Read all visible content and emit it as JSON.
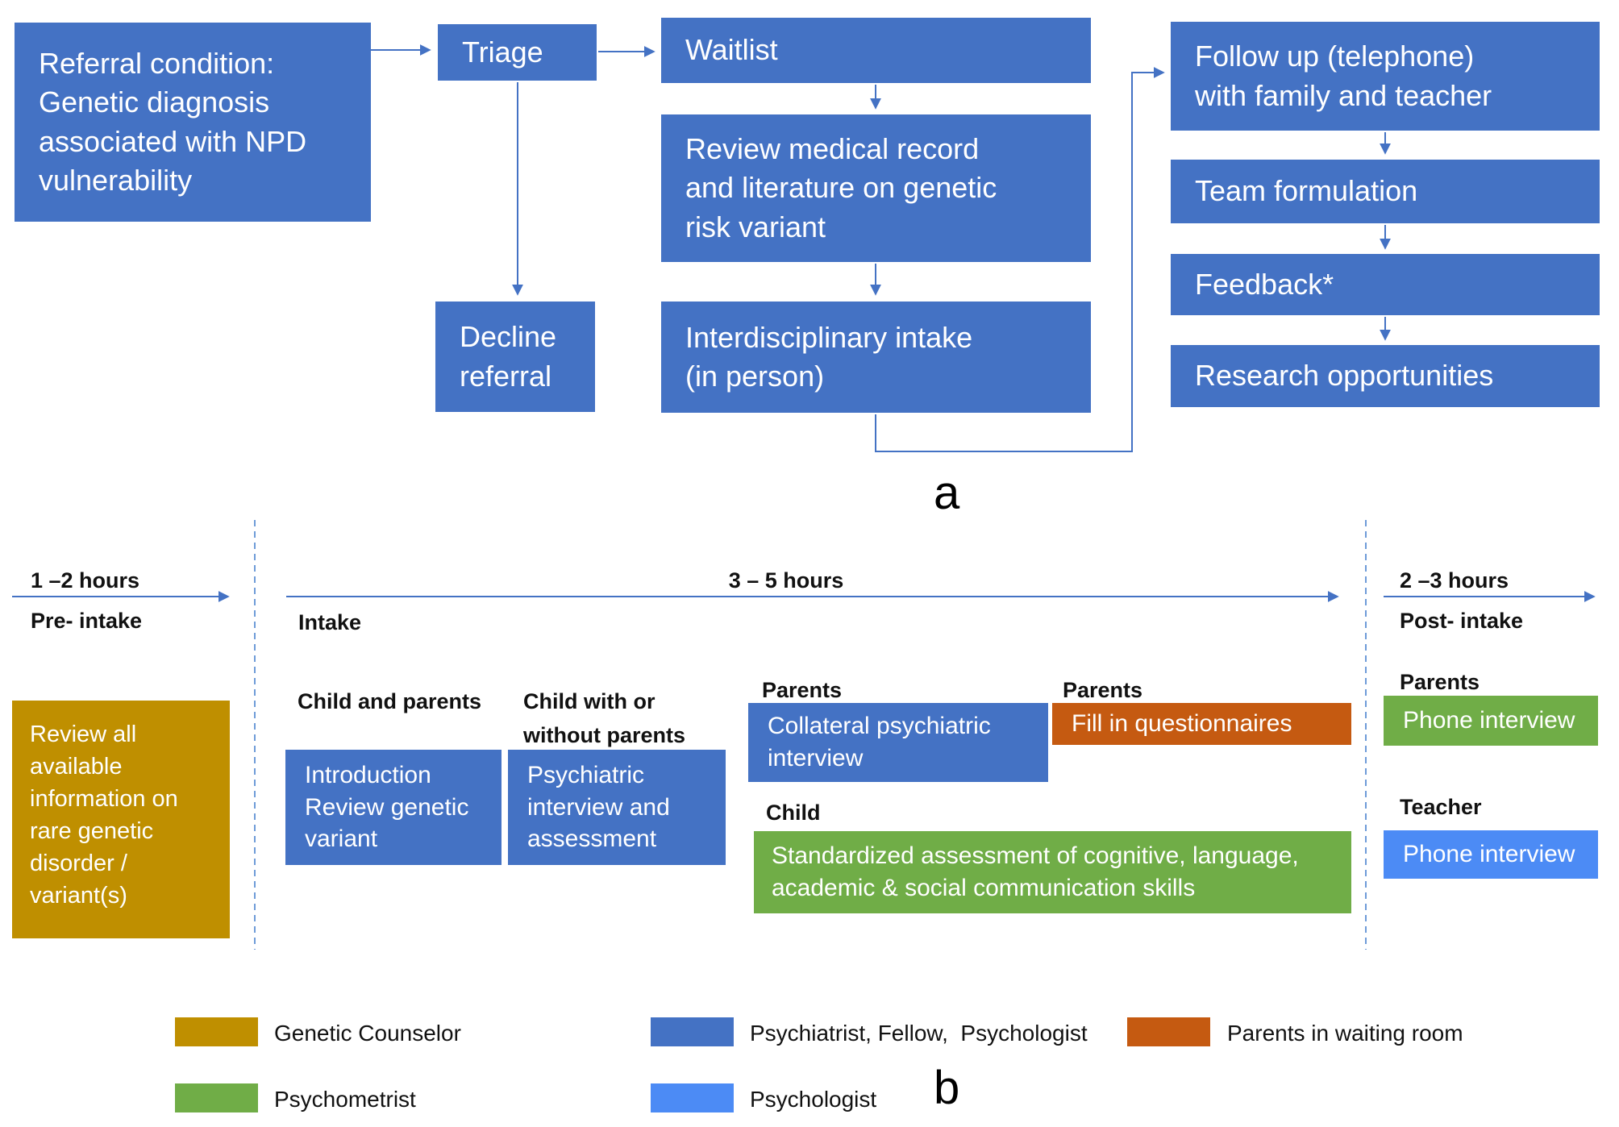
{
  "colors": {
    "blue": "#4472C4",
    "gold": "#BF8F00",
    "green": "#70AD47",
    "orange": "#C55A11",
    "light_blue": "#4C8BF5",
    "arrow": "#4472C4",
    "dashed_divider": "#6E9BD8"
  },
  "panel_a": {
    "label": "a",
    "referral": "Referral condition:\nGenetic diagnosis\nassociated with NPD\nvulnerability",
    "triage": "Triage",
    "waitlist": "Waitlist",
    "review": "Review medical record\nand literature on genetic\nrisk variant",
    "decline": "Decline\nreferral",
    "intake": "Interdisciplinary intake\n(in person)",
    "follow_up": "Follow up (telephone)\nwith family and teacher",
    "team": "Team formulation",
    "feedback": "Feedback*",
    "research": "Research opportunities"
  },
  "panel_b": {
    "label": "b",
    "pre": {
      "hours": "1 –2 hours",
      "phase": "Pre- intake",
      "box": "Review all\navailable\ninformation on\nrare genetic\ndisorder /\nvariant(s)"
    },
    "intake": {
      "hours": "3 – 5 hours",
      "phase": "Intake",
      "col1_label": "Child and parents",
      "col1_box": "Introduction\nReview genetic\nvariant",
      "col2_label": "Child with or\nwithout parents",
      "col2_box": "Psychiatric\ninterview and\nassessment",
      "col3_label": "Parents",
      "col3_box": "Collateral psychiatric\ninterview",
      "col4_label": "Parents",
      "col4_box": "Fill in questionnaires",
      "col5_label": "Child",
      "col5_box": "Standardized assessment of  cognitive, language,\nacademic & social communication skills"
    },
    "post": {
      "hours": "2 –3 hours",
      "phase": "Post- intake",
      "parents_label": "Parents",
      "parents_box": "Phone interview",
      "teacher_label": "Teacher",
      "teacher_box": "Phone interview"
    }
  },
  "legend": {
    "items": [
      {
        "name": "genetic-counselor",
        "color": "#BF8F00",
        "label": "Genetic Counselor"
      },
      {
        "name": "psychiatrist-fellow-psychologist",
        "color": "#4472C4",
        "label": "Psychiatrist, Fellow,  Psychologist"
      },
      {
        "name": "parents-in-waiting-room",
        "color": "#C55A11",
        "label": "Parents in waiting room"
      },
      {
        "name": "psychometrist",
        "color": "#70AD47",
        "label": "Psychometrist"
      },
      {
        "name": "psychologist",
        "color": "#4C8BF5",
        "label": "Psychologist"
      }
    ]
  }
}
